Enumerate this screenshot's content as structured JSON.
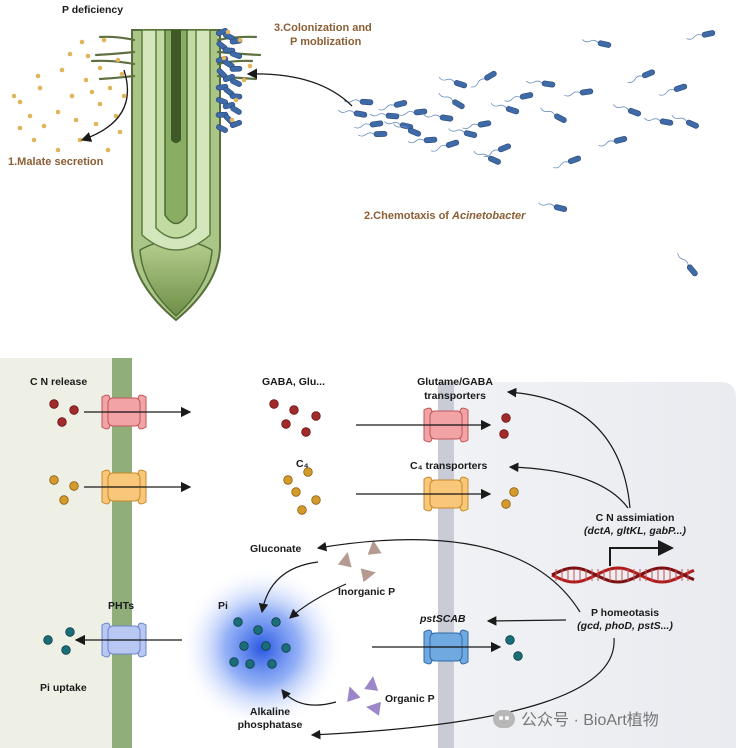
{
  "top": {
    "p_deficiency": "P deficiency",
    "malate_secretion": "1.Malate secretion",
    "chemotaxis_prefix": "2.Chemotaxis of ",
    "chemotaxis_genus": "Acinetobacter",
    "colonization_line1": "3.Colonization and",
    "colonization_line2": "P moblization"
  },
  "bottom": {
    "cn_release": "C N release",
    "gaba_glu": "GABA, Glu...",
    "c4": "C₄",
    "glutamate_transporters_line1": "Glutame/GABA",
    "glutamate_transporters_line2": "transporters",
    "c4_transporters": "C₄ transporters",
    "cn_assimilation": "C N assimiation",
    "cn_genes": "(dctA, gltKL, gabP...)",
    "gluconate": "Gluconate",
    "inorganic_p": "Inorganic P",
    "phts": "PHTs",
    "pi": "Pi",
    "pst_scab": "pstSCAB",
    "p_homeostasis": "P homeotasis",
    "p_genes": "(gcd, phoD, pstS...)",
    "pi_uptake": "Pi uptake",
    "organic_p": "Organic P",
    "alkaline_phosphatase_line1": "Alkaline",
    "alkaline_phosphatase_line2": "phosphatase"
  },
  "watermark": "公众号 · BioArt植物",
  "colors": {
    "root_green": "#8fb56a",
    "bacteria": "#3f6aa8",
    "exudate": "#e0b45a",
    "label_brown": "#8b5e34",
    "cn_red": "#a12a2a",
    "c4_orange": "#d49a2a",
    "pi_teal": "#1a6e7a",
    "pi_glow": "#2a5bd8",
    "dna_red": "#b01c1c"
  }
}
